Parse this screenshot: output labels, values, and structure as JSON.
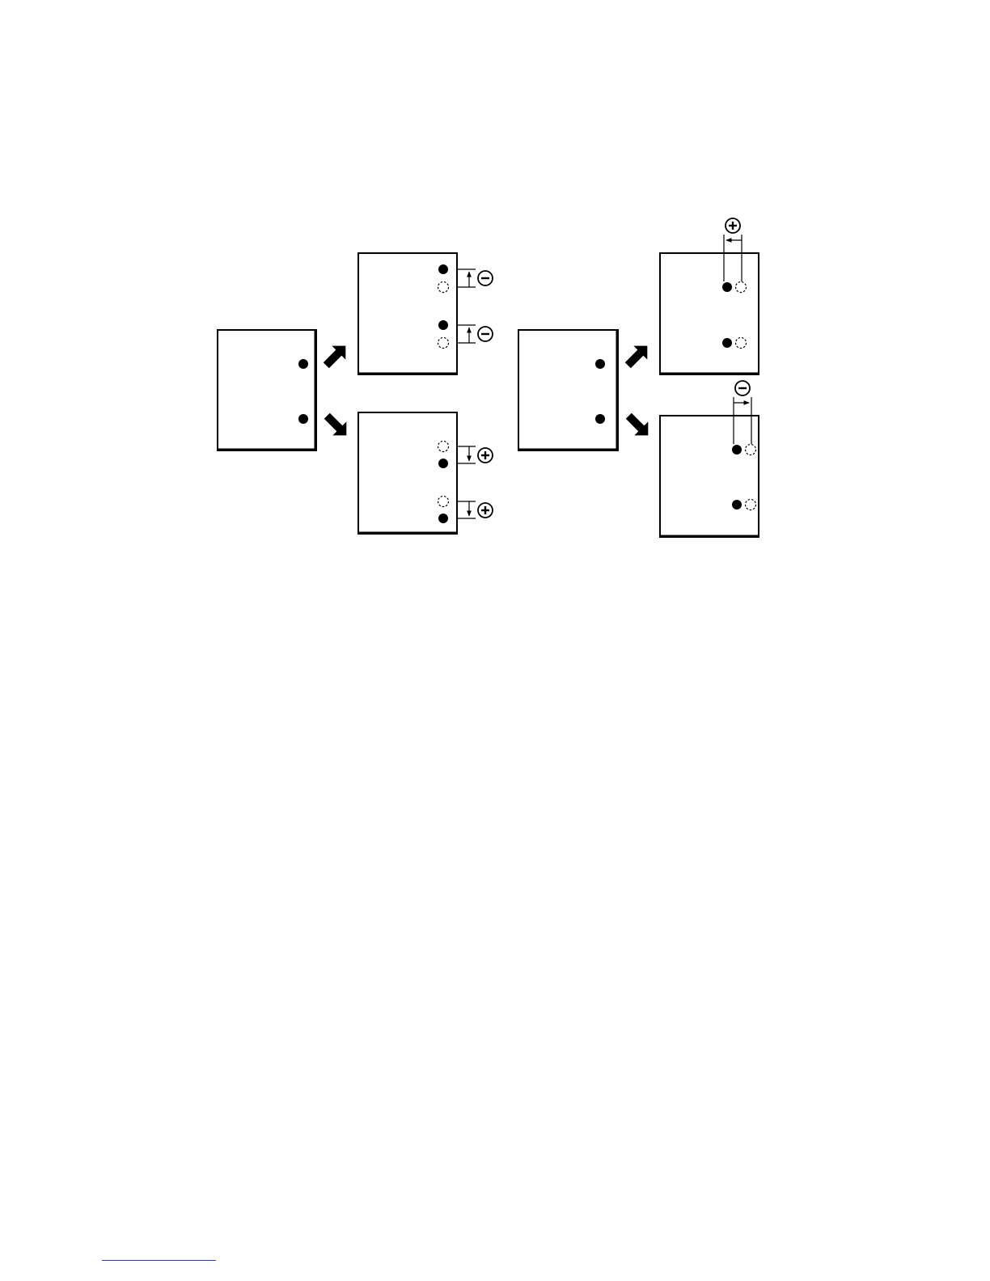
{
  "diagram": {
    "stroke_color": "#000000",
    "paper_fill": "#ffffff",
    "sign_plus": "+",
    "sign_minus": "−",
    "sign_icons": [
      "plus-sign-icon",
      "minus-sign-icon"
    ],
    "groups": [
      {
        "name": "vertical-adjustment",
        "sheets": [
          "original",
          "shifted-up",
          "shifted-down"
        ],
        "arrows": [
          "up-right",
          "down-right"
        ],
        "signs": [
          "minus",
          "minus",
          "plus",
          "plus"
        ]
      },
      {
        "name": "horizontal-adjustment",
        "sheets": [
          "original",
          "shifted-left",
          "shifted-right"
        ],
        "arrows": [
          "up-right",
          "down-right"
        ],
        "signs": [
          "plus",
          "minus"
        ]
      }
    ]
  },
  "footer": {
    "rule_color": "#2040c0"
  }
}
